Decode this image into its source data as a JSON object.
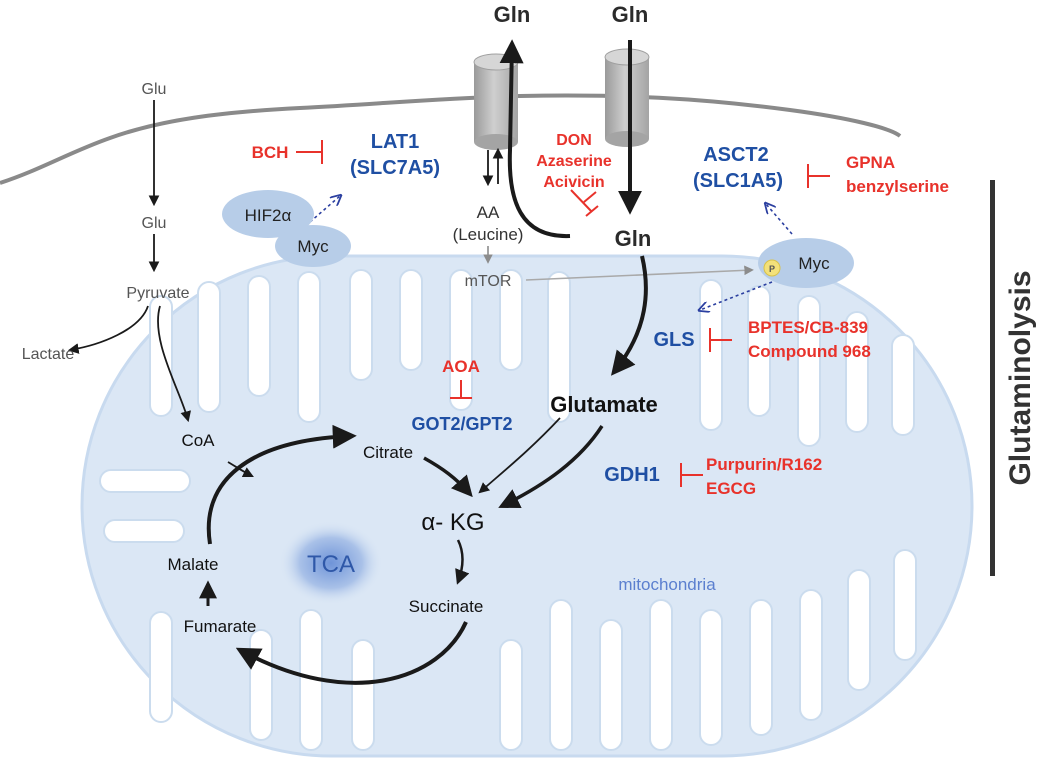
{
  "labels": {
    "gln_out_left": "Gln",
    "gln_out_right": "Gln",
    "gln_in": "Gln",
    "glu_outside": "Glu",
    "glu_inside": "Glu",
    "pyruvate": "Pyruvate",
    "lactate": "Lactate",
    "coa": "CoA",
    "citrate": "Citrate",
    "akg": "α- KG",
    "succinate": "Succinate",
    "fumarate": "Fumarate",
    "malate": "Malate",
    "tca": "TCA",
    "mitochondria": "mitochondria",
    "glutamate": "Glutamate",
    "aa": "AA",
    "leucine": "(Leucine)",
    "mtor": "mTOR",
    "hif2a": "HIF2α",
    "myc_left": "Myc",
    "myc_right": "Myc",
    "p_badge": "P",
    "side_title": "Glutaminolysis"
  },
  "enzymes": {
    "lat1": "LAT1",
    "lat1_gene": "(SLC7A5)",
    "asct2": "ASCT2",
    "asct2_gene": "(SLC1A5)",
    "gls": "GLS",
    "got2_gpt2": "GOT2/GPT2",
    "gdh1": "GDH1"
  },
  "inhibitors": {
    "bch": "BCH",
    "don": "DON",
    "azaserine": "Azaserine",
    "acivicin": "Acivicin",
    "gpna": "GPNA",
    "benzylserine": "benzylserine",
    "bptes": "BPTES/CB-839",
    "compound968": "Compound 968",
    "aoa": "AOA",
    "purpurin": "Purpurin/R162",
    "egcg": "EGCG"
  },
  "colors": {
    "enzyme_blue": "#1f4fa3",
    "inhibitor_red": "#e8322b",
    "mito_fill": "#dbe7f5",
    "mito_edge": "#c3d6ee",
    "membrane": "#8a8a8a",
    "transporter": "#b9b9b9",
    "ellipse": "#b7cde8"
  }
}
